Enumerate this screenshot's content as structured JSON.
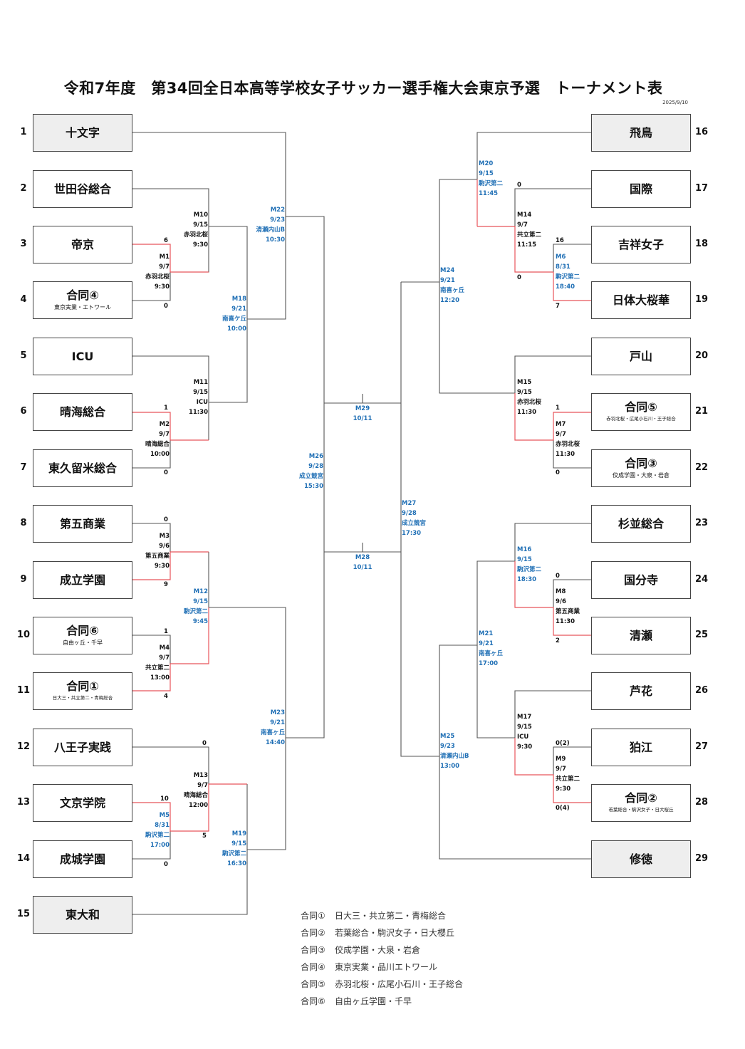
{
  "title": "令和7年度　第34回全日本高等学校女子サッカー選手権大会東京予選　トーナメント表",
  "date": "2025/9/10",
  "teams_left": [
    {
      "num": "1",
      "name": "十文字",
      "seed": true
    },
    {
      "num": "2",
      "name": "世田谷総合"
    },
    {
      "num": "3",
      "name": "帝京"
    },
    {
      "num": "4",
      "name": "合同④",
      "sub": "東京実業・エトワール"
    },
    {
      "num": "5",
      "name": "ICU"
    },
    {
      "num": "6",
      "name": "晴海総合"
    },
    {
      "num": "7",
      "name": "東久留米総合"
    },
    {
      "num": "8",
      "name": "第五商業"
    },
    {
      "num": "9",
      "name": "成立学園"
    },
    {
      "num": "10",
      "name": "合同⑥",
      "sub": "自由ヶ丘・千早"
    },
    {
      "num": "11",
      "name": "合同①",
      "sub": "日大三・共立第二・青梅総合"
    },
    {
      "num": "12",
      "name": "八王子実践"
    },
    {
      "num": "13",
      "name": "文京学院"
    },
    {
      "num": "14",
      "name": "成城学園"
    },
    {
      "num": "15",
      "name": "東大和",
      "seed": true
    }
  ],
  "teams_right": [
    {
      "num": "16",
      "name": "飛鳥",
      "seed": true
    },
    {
      "num": "17",
      "name": "国際"
    },
    {
      "num": "18",
      "name": "吉祥女子"
    },
    {
      "num": "19",
      "name": "日体大桜華"
    },
    {
      "num": "20",
      "name": "戸山"
    },
    {
      "num": "21",
      "name": "合同⑤",
      "sub": "赤羽北桜・広尾小石川・王子総合"
    },
    {
      "num": "22",
      "name": "合同③",
      "sub": "佼成学園・大泉・岩倉"
    },
    {
      "num": "23",
      "name": "杉並総合"
    },
    {
      "num": "24",
      "name": "国分寺"
    },
    {
      "num": "25",
      "name": "清瀬"
    },
    {
      "num": "26",
      "name": "芦花"
    },
    {
      "num": "27",
      "name": "狛江"
    },
    {
      "num": "28",
      "name": "合同②",
      "sub": "若葉総合・駒沢女子・日大桜丘"
    },
    {
      "num": "29",
      "name": "修徳",
      "seed": true
    }
  ],
  "matches": [
    {
      "lines": [
        "M1",
        "9/7",
        "赤羽北桜",
        "9:30"
      ],
      "blue": false
    },
    {
      "lines": [
        "M2",
        "9/7",
        "晴海総合",
        "10:00"
      ],
      "blue": false
    },
    {
      "lines": [
        "M3",
        "9/6",
        "第五商業",
        "9:30"
      ],
      "blue": false
    },
    {
      "lines": [
        "M4",
        "9/7",
        "共立第二",
        "13:00"
      ],
      "blue": false
    },
    {
      "lines": [
        "M5",
        "8/31",
        "駒沢第二",
        "17:00"
      ],
      "blue": true
    },
    {
      "lines": [
        "M10",
        "9/15",
        "赤羽北桜",
        "9:30"
      ],
      "blue": false
    },
    {
      "lines": [
        "M11",
        "9/15",
        "ICU",
        "11:30"
      ],
      "blue": false
    },
    {
      "lines": [
        "M12",
        "9/15",
        "駒沢第二",
        "9:45"
      ],
      "blue": true
    },
    {
      "lines": [
        "M13",
        "9/7",
        "晴海総合",
        "12:00"
      ],
      "blue": false
    },
    {
      "lines": [
        "M18",
        "9/21",
        "南喜ケ丘",
        "10:00"
      ],
      "blue": true
    },
    {
      "lines": [
        "M19",
        "9/15",
        "駒沢第二",
        "16:30"
      ],
      "blue": true
    },
    {
      "lines": [
        "M22",
        "9/23",
        "清瀬内山B",
        "10:30"
      ],
      "blue": true
    },
    {
      "lines": [
        "M23",
        "9/21",
        "南喜ヶ丘",
        "14:40"
      ],
      "blue": true
    },
    {
      "lines": [
        "M26",
        "9/28",
        "成立競宮",
        "15:30"
      ],
      "blue": true
    },
    {
      "lines": [
        "M29",
        "10/11"
      ],
      "blue": true
    },
    {
      "lines": [
        "M28",
        "10/11"
      ],
      "blue": true
    },
    {
      "lines": [
        "M27",
        "9/28",
        "成立競宮",
        "17:30"
      ],
      "blue": true
    },
    {
      "lines": [
        "M20",
        "9/15",
        "駒沢第二",
        "11:45"
      ],
      "blue": true
    },
    {
      "lines": [
        "M14",
        "9/7",
        "共立第二",
        "11:15"
      ],
      "blue": false
    },
    {
      "lines": [
        "M6",
        "8/31",
        "駒沢第二",
        "18:40"
      ],
      "blue": true
    },
    {
      "lines": [
        "M24",
        "9/21",
        "南喜ヶ丘",
        "12:20"
      ],
      "blue": true
    },
    {
      "lines": [
        "M15",
        "9/15",
        "赤羽北桜",
        "11:30"
      ],
      "blue": false
    },
    {
      "lines": [
        "M7",
        "9/7",
        "赤羽北桜",
        "11:30"
      ],
      "blue": false
    },
    {
      "lines": [
        "M16",
        "9/15",
        "駒沢第二",
        "18:30"
      ],
      "blue": true
    },
    {
      "lines": [
        "M8",
        "9/6",
        "第五商業",
        "11:30"
      ],
      "blue": false
    },
    {
      "lines": [
        "M21",
        "9/21",
        "南喜ヶ丘",
        "17:00"
      ],
      "blue": true
    },
    {
      "lines": [
        "M17",
        "9/15",
        "ICU",
        "9:30"
      ],
      "blue": false
    },
    {
      "lines": [
        "M9",
        "9/7",
        "共立第二",
        "9:30"
      ],
      "blue": false
    },
    {
      "lines": [
        "M25",
        "9/23",
        "清瀬内山B",
        "13:00"
      ],
      "blue": true
    }
  ],
  "scores": [
    "6",
    "0",
    "1",
    "0",
    "0",
    "9",
    "1",
    "4",
    "0",
    "10",
    "5",
    "0",
    "0",
    "16",
    "0",
    "7",
    "1",
    "0",
    "0",
    "2",
    "0(2)",
    "0(4)"
  ],
  "legend": [
    {
      "key": "合同①",
      "value": "日大三・共立第二・青梅総合"
    },
    {
      "key": "合同②",
      "value": "若葉総合・駒沢女子・日大櫻丘"
    },
    {
      "key": "合同③",
      "value": "佼成学園・大泉・岩倉"
    },
    {
      "key": "合同④",
      "value": "東京実業・品川エトワール"
    },
    {
      "key": "合同⑤",
      "value": "赤羽北桜・広尾小石川・王子総合"
    },
    {
      "key": "合同⑥",
      "value": "自由ヶ丘学園・千早"
    }
  ],
  "colors": {
    "win_line": "#e8545a",
    "line": "#555555",
    "blue_text": "#1f6fb5",
    "seed_fill": "#eeeeee"
  }
}
